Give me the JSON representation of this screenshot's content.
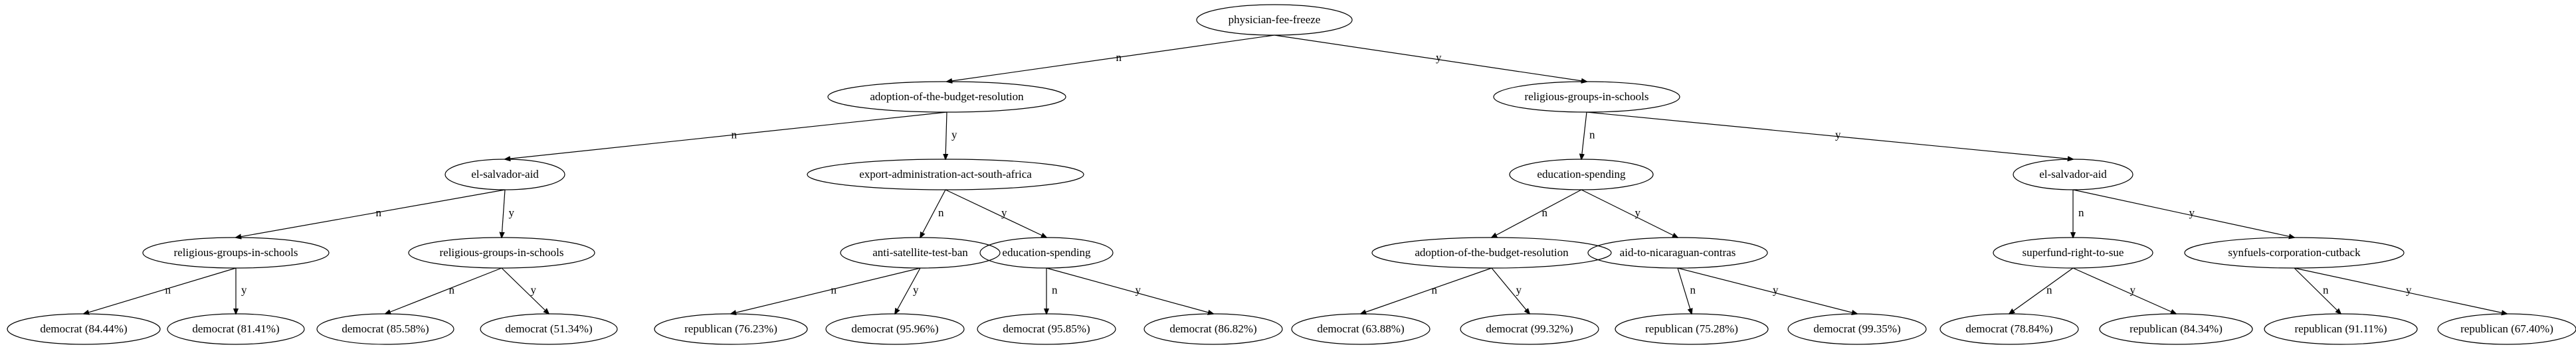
{
  "tree": {
    "nodes": [
      {
        "id": "root",
        "label": "physician-fee-freeze"
      },
      {
        "id": "n_l",
        "label": "adoption-of-the-budget-resolution"
      },
      {
        "id": "n_r",
        "label": "religious-groups-in-schools"
      },
      {
        "id": "n_ll",
        "label": "el-salvador-aid"
      },
      {
        "id": "n_lr",
        "label": "export-administration-act-south-africa"
      },
      {
        "id": "n_rl",
        "label": "education-spending"
      },
      {
        "id": "n_rr",
        "label": "el-salvador-aid"
      },
      {
        "id": "n_lll",
        "label": "religious-groups-in-schools"
      },
      {
        "id": "n_llr",
        "label": "religious-groups-in-schools"
      },
      {
        "id": "n_lrl",
        "label": "anti-satellite-test-ban"
      },
      {
        "id": "n_lrr",
        "label": "education-spending"
      },
      {
        "id": "n_rll",
        "label": "adoption-of-the-budget-resolution"
      },
      {
        "id": "n_rlr",
        "label": "aid-to-nicaraguan-contras"
      },
      {
        "id": "n_rrl",
        "label": "superfund-right-to-sue"
      },
      {
        "id": "n_rrr",
        "label": "synfuels-corporation-cutback"
      },
      {
        "id": "leaf1",
        "label": "democrat (84.44%)"
      },
      {
        "id": "leaf2",
        "label": "democrat (81.41%)"
      },
      {
        "id": "leaf3",
        "label": "democrat (85.58%)"
      },
      {
        "id": "leaf4",
        "label": "democrat (51.34%)"
      },
      {
        "id": "leaf5",
        "label": "republican (76.23%)"
      },
      {
        "id": "leaf6",
        "label": "democrat (95.96%)"
      },
      {
        "id": "leaf7",
        "label": "democrat (95.85%)"
      },
      {
        "id": "leaf8",
        "label": "democrat (86.82%)"
      },
      {
        "id": "leaf9",
        "label": "democrat (63.88%)"
      },
      {
        "id": "leaf10",
        "label": "democrat (99.32%)"
      },
      {
        "id": "leaf11",
        "label": "republican (75.28%)"
      },
      {
        "id": "leaf12",
        "label": "democrat (99.35%)"
      },
      {
        "id": "leaf13",
        "label": "democrat (78.84%)"
      },
      {
        "id": "leaf14",
        "label": "republican (84.34%)"
      },
      {
        "id": "leaf15",
        "label": "republican (91.11%)"
      },
      {
        "id": "leaf16",
        "label": "republican (67.40%)"
      }
    ],
    "edges": [
      {
        "from": "root",
        "to": "n_l",
        "label": "n"
      },
      {
        "from": "root",
        "to": "n_r",
        "label": "y"
      },
      {
        "from": "n_l",
        "to": "n_ll",
        "label": "n"
      },
      {
        "from": "n_l",
        "to": "n_lr",
        "label": "y"
      },
      {
        "from": "n_r",
        "to": "n_rl",
        "label": "n"
      },
      {
        "from": "n_r",
        "to": "n_rr",
        "label": "y"
      },
      {
        "from": "n_ll",
        "to": "n_lll",
        "label": "n"
      },
      {
        "from": "n_ll",
        "to": "n_llr",
        "label": "y"
      },
      {
        "from": "n_lr",
        "to": "n_lrl",
        "label": "n"
      },
      {
        "from": "n_lr",
        "to": "n_lrr",
        "label": "y"
      },
      {
        "from": "n_rl",
        "to": "n_rll",
        "label": "n"
      },
      {
        "from": "n_rl",
        "to": "n_rlr",
        "label": "y"
      },
      {
        "from": "n_rr",
        "to": "n_rrl",
        "label": "n"
      },
      {
        "from": "n_rr",
        "to": "n_rrr",
        "label": "y"
      },
      {
        "from": "n_lll",
        "to": "leaf1",
        "label": "n"
      },
      {
        "from": "n_lll",
        "to": "leaf2",
        "label": "y"
      },
      {
        "from": "n_llr",
        "to": "leaf3",
        "label": "n"
      },
      {
        "from": "n_llr",
        "to": "leaf4",
        "label": "y"
      },
      {
        "from": "n_lrl",
        "to": "leaf5",
        "label": "n"
      },
      {
        "from": "n_lrl",
        "to": "leaf6",
        "label": "y"
      },
      {
        "from": "n_lrr",
        "to": "leaf7",
        "label": "n"
      },
      {
        "from": "n_lrr",
        "to": "leaf8",
        "label": "y"
      },
      {
        "from": "n_rll",
        "to": "leaf9",
        "label": "n"
      },
      {
        "from": "n_rll",
        "to": "leaf10",
        "label": "y"
      },
      {
        "from": "n_rlr",
        "to": "leaf11",
        "label": "n"
      },
      {
        "from": "n_rlr",
        "to": "leaf12",
        "label": "y"
      },
      {
        "from": "n_rrl",
        "to": "leaf13",
        "label": "n"
      },
      {
        "from": "n_rrl",
        "to": "leaf14",
        "label": "y"
      },
      {
        "from": "n_rrr",
        "to": "leaf15",
        "label": "n"
      },
      {
        "from": "n_rrr",
        "to": "leaf16",
        "label": "y"
      }
    ]
  }
}
